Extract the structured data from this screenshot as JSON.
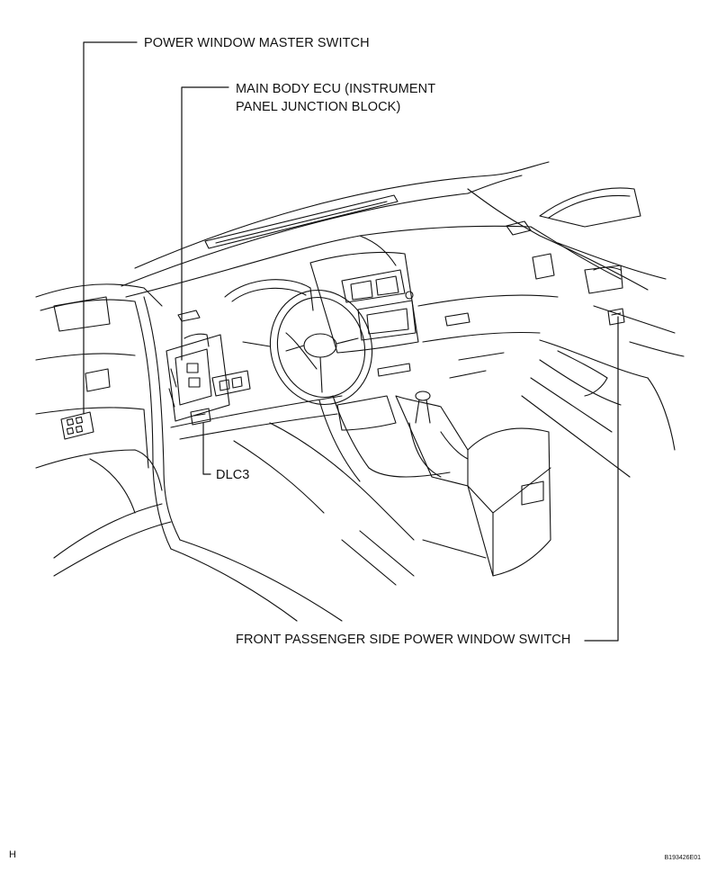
{
  "labels": {
    "power_window_master_switch": "POWER WINDOW MASTER SWITCH",
    "main_body_ecu_line1": "MAIN BODY ECU (INSTRUMENT",
    "main_body_ecu_line2": "PANEL JUNCTION BLOCK)",
    "dlc3": "DLC3",
    "front_passenger_switch": "FRONT PASSENGER SIDE POWER WINDOW SWITCH"
  },
  "footer": {
    "left_code": "H",
    "figure_id": "B193426E01"
  },
  "colors": {
    "line": "#111111",
    "background": "#ffffff"
  }
}
